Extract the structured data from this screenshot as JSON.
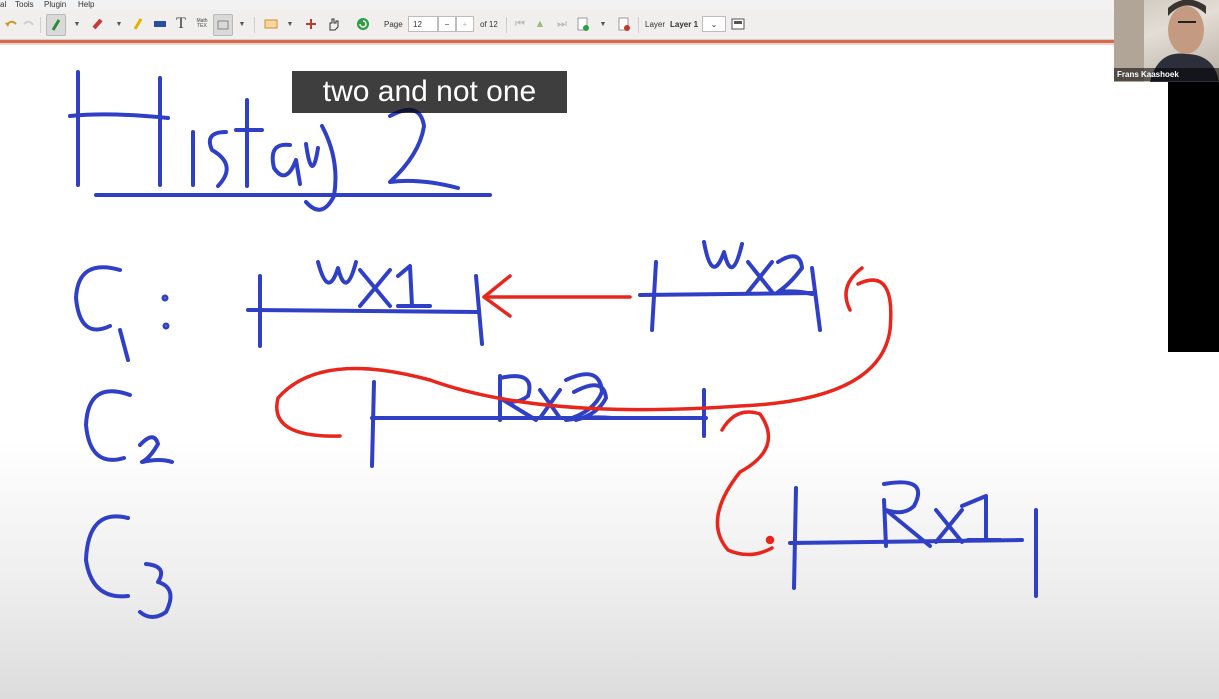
{
  "menu": {
    "items": [
      "al",
      "Tools",
      "Plugin",
      "Help"
    ]
  },
  "toolbar": {
    "text_tool": "T",
    "math_tex": "Math\nTEX",
    "page_label": "Page",
    "page_value": "12",
    "page_minus": "−",
    "page_plus": "+",
    "page_of": "of 12",
    "layer_label": "Layer",
    "layer_value": "Layer 1"
  },
  "caption": {
    "text": "two and not one"
  },
  "video": {
    "participant_name": "Frans Kaashoek"
  },
  "whiteboard": {
    "title": "History 2",
    "row_labels": [
      "C1",
      "C2",
      "C3"
    ],
    "ops": [
      "Wx1",
      "Wx2",
      "Rx2",
      "Rx1"
    ],
    "ink_colors": {
      "blue": "#2f3fc6",
      "red": "#e8261c"
    }
  }
}
